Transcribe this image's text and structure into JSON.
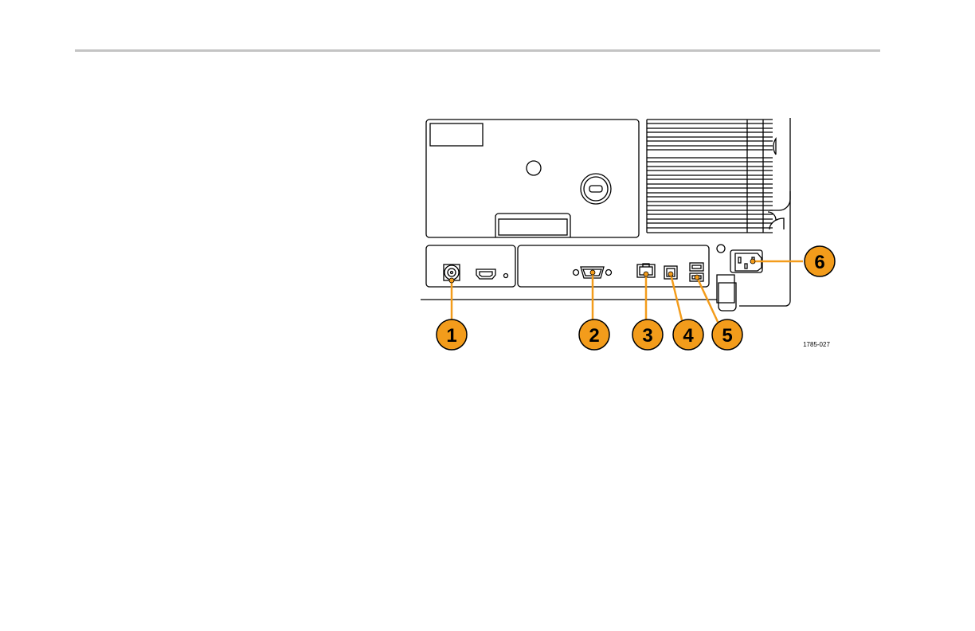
{
  "callouts": [
    {
      "number": "1",
      "connector": "bnc-connector"
    },
    {
      "number": "2",
      "connector": "video-port"
    },
    {
      "number": "3",
      "connector": "lan-port"
    },
    {
      "number": "4",
      "connector": "usb-device-port"
    },
    {
      "number": "5",
      "connector": "usb-host-ports"
    },
    {
      "number": "6",
      "connector": "power-input"
    }
  ],
  "figure_id": "1785-027",
  "colors": {
    "callout_fill": "#f39c1b",
    "callout_stroke": "#000000",
    "leader": "#f39c1b",
    "header_rule": "#c4c4c4"
  }
}
